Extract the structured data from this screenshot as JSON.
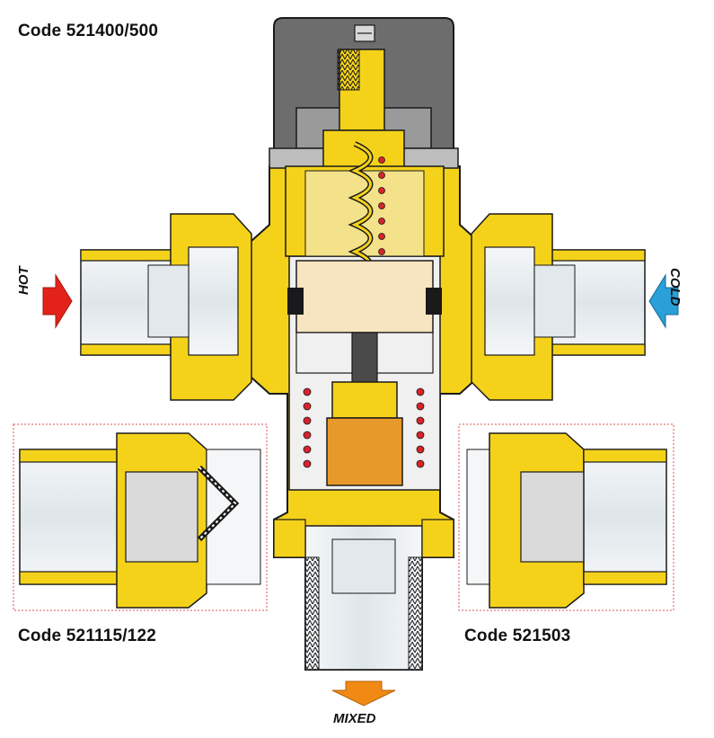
{
  "labels": {
    "main_code": "Code 521400/500",
    "left_code": "Code 521115/122",
    "right_code": "Code 521503",
    "hot": "HOT",
    "cold": "COLD",
    "mixed": "MIXED"
  },
  "colors": {
    "brass": "#f5d21a",
    "brass_dark": "#c9a300",
    "outline": "#1a1a1a",
    "hot_arrow": "#e3231b",
    "cold_arrow": "#2a9fd8",
    "mixed_arrow": "#f08a14",
    "knob": "#6d6d6d",
    "spring_dot": "#d8232a",
    "wax_element": "#e79a2a",
    "pipe_interior": "#e9eef2"
  },
  "icons": {
    "hot": "arrow-right-icon",
    "cold": "arrow-left-icon",
    "mixed": "arrow-down-icon"
  }
}
